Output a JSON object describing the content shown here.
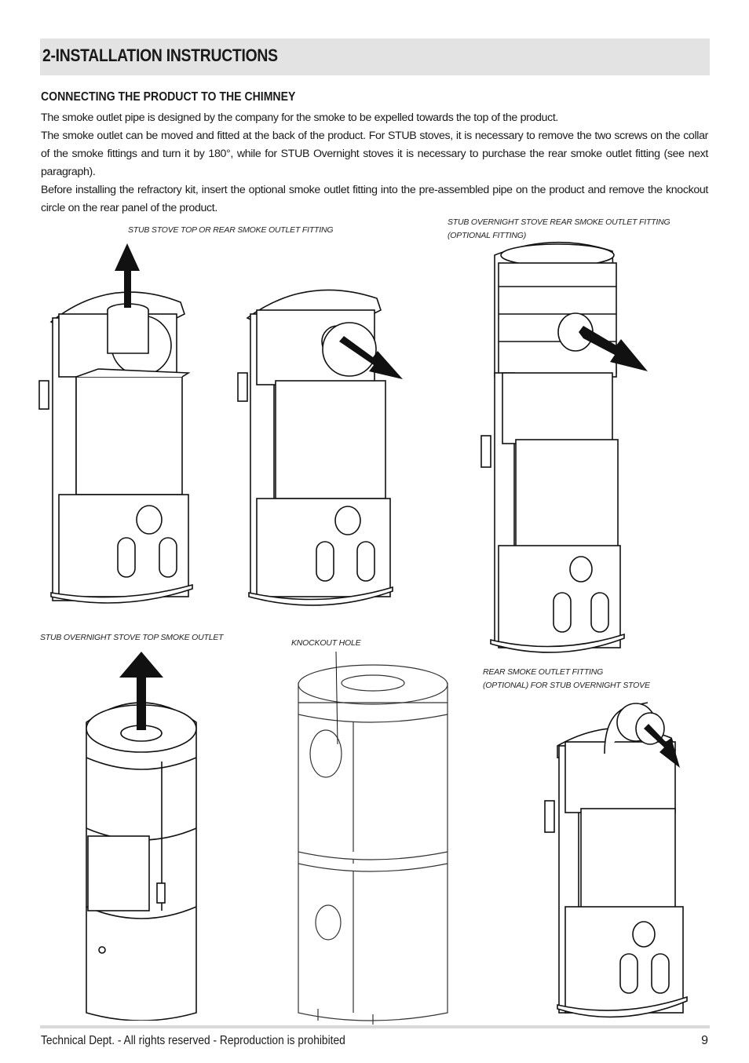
{
  "header": {
    "title": "2-INSTALLATION INSTRUCTIONS"
  },
  "section": {
    "heading": "CONNECTING THE PRODUCT TO THE CHIMNEY",
    "paragraphs": [
      "The smoke outlet pipe is designed by the company for the smoke to be expelled towards the top of the product.",
      "The smoke outlet can be moved and fitted at the back of the product. For STUB stoves, it is necessary to remove the two screws on the collar of the smoke fittings and turn it by 180°, while for STUB Overnight stoves it is necessary to purchase the rear smoke outlet fitting (see next paragraph).",
      "Before installing the refractory kit, insert the optional smoke outlet fitting into the pre-assembled pipe on the product and remove the knockout circle on the rear panel of the product."
    ]
  },
  "figures": {
    "stub_top_rear": {
      "caption": "STUB STOVE TOP OR REAR SMOKE OUTLET FITTING"
    },
    "stub_overnight_rear": {
      "caption": "STUB OVERNIGHT STOVE REAR SMOKE OUTLET FITTING (OPTIONAL FITTING)"
    },
    "stub_overnight_top": {
      "caption": "STUB OVERNIGHT STOVE TOP SMOKE OUTLET"
    },
    "knockout": {
      "caption": "KNOCKOUT HOLE"
    },
    "rear_optional": {
      "caption_line1": "REAR SMOKE OUTLET FITTING",
      "caption_line2": "(OPTIONAL) FOR STUB OVERNIGHT STOVE"
    }
  },
  "footer": {
    "text": "Technical Dept. - All rights reserved - Reproduction is prohibited",
    "page_number": "9"
  }
}
